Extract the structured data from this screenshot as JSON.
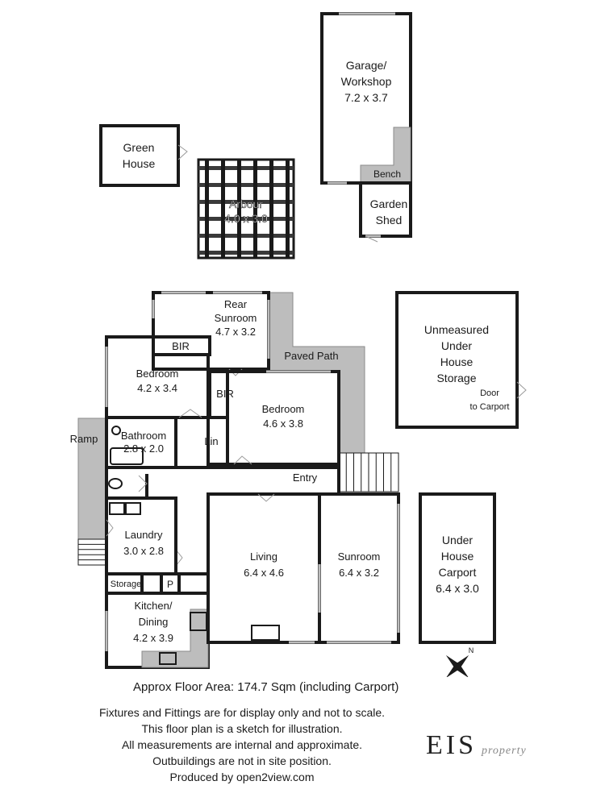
{
  "rooms": {
    "garage": [
      "Garage/",
      "Workshop",
      "7.2 x 3.7"
    ],
    "bench": [
      "Bench"
    ],
    "garden_shed": [
      "Garden",
      "Shed"
    ],
    "green_house": [
      "Green",
      "House"
    ],
    "arbour": [
      "Arbour",
      "4.0 x 3.0"
    ],
    "rear_sunroom": [
      "Rear",
      "Sunroom",
      "4.7 x 3.2"
    ],
    "paved_path": [
      "Paved Path"
    ],
    "storage_under_house": [
      "Unmeasured",
      "Under",
      "House",
      "Storage"
    ],
    "door_to_carport": [
      "Door",
      "to Carport"
    ],
    "bir_top": [
      "BIR"
    ],
    "bedroom1": [
      "Bedroom",
      "4.2 x 3.4"
    ],
    "bir_side": [
      "BIR"
    ],
    "bedroom2": [
      "Bedroom",
      "4.6 x 3.8"
    ],
    "ramp": [
      "Ramp"
    ],
    "bathroom": [
      "Bathroom",
      "2.8 x 2.0"
    ],
    "lin": [
      "Lin"
    ],
    "entry": [
      "Entry"
    ],
    "laundry": [
      "Laundry",
      "3.0 x 2.8"
    ],
    "living": [
      "Living",
      "6.4 x 4.6"
    ],
    "sunroom": [
      "Sunroom",
      "6.4 x 3.2"
    ],
    "carport": [
      "Under",
      "House",
      "Carport",
      "6.4 x 3.0"
    ],
    "storage": [
      "Storage"
    ],
    "pantry": [
      "P"
    ],
    "kitchen": [
      "Kitchen/",
      "Dining",
      "4.2 x 3.9"
    ]
  },
  "compass": {
    "north_label": "N"
  },
  "floor_area": "Approx Floor Area: 174.7 Sqm (including Carport)",
  "disclaimer": [
    "Fixtures and Fittings are for display only and not to scale.",
    "This floor plan is a sketch for illustration.",
    "All measurements are internal and approximate.",
    "Outbuildings are not in site position.",
    "Produced by open2view.com"
  ],
  "logo": {
    "main": "EIS",
    "sub": "property"
  }
}
